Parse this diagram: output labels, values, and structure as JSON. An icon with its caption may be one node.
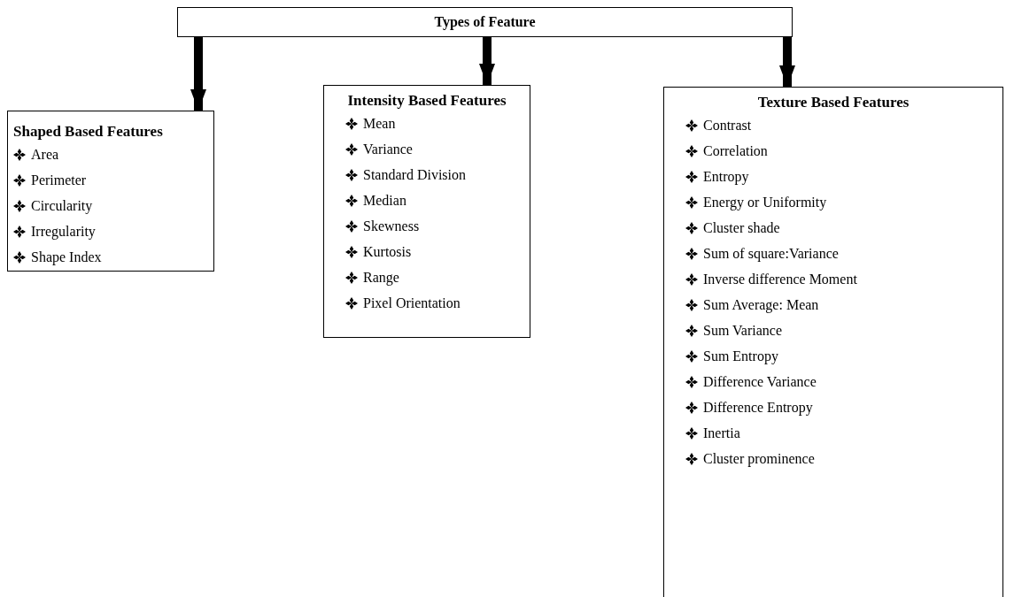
{
  "diagram": {
    "nodes": [
      {
        "text": [
          "Types of Feature"
        ]
      },
      {
        "text": [
          "Shaped Based Features",
          "Area",
          "Perimeter",
          "Circularity",
          "Irregularity",
          "Shape Index"
        ]
      },
      {
        "text": [
          "Intensity Based Features",
          "Mean",
          "Variance",
          "Standard Division",
          "Median",
          "Skewness",
          "Kurtosis",
          "Range",
          "Pixel Orientation"
        ]
      },
      {
        "text": [
          "Texture Based Features",
          "Contrast",
          "Correlation",
          "Entropy",
          "Energy or Uniformity",
          "Cluster shade",
          "Sum of square:Variance",
          "Inverse difference Moment",
          "Sum Average: Mean",
          "Sum Variance",
          "Sum Entropy",
          "Difference Variance",
          "Difference Entropy",
          "Inertia",
          "Cluster prominence"
        ]
      }
    ],
    "edges": [
      {
        "from": 0,
        "to": 1,
        "arrow": "to"
      },
      {
        "from": 0,
        "to": 2,
        "arrow": "to"
      },
      {
        "from": 0,
        "to": 3,
        "arrow": "to"
      }
    ]
  }
}
